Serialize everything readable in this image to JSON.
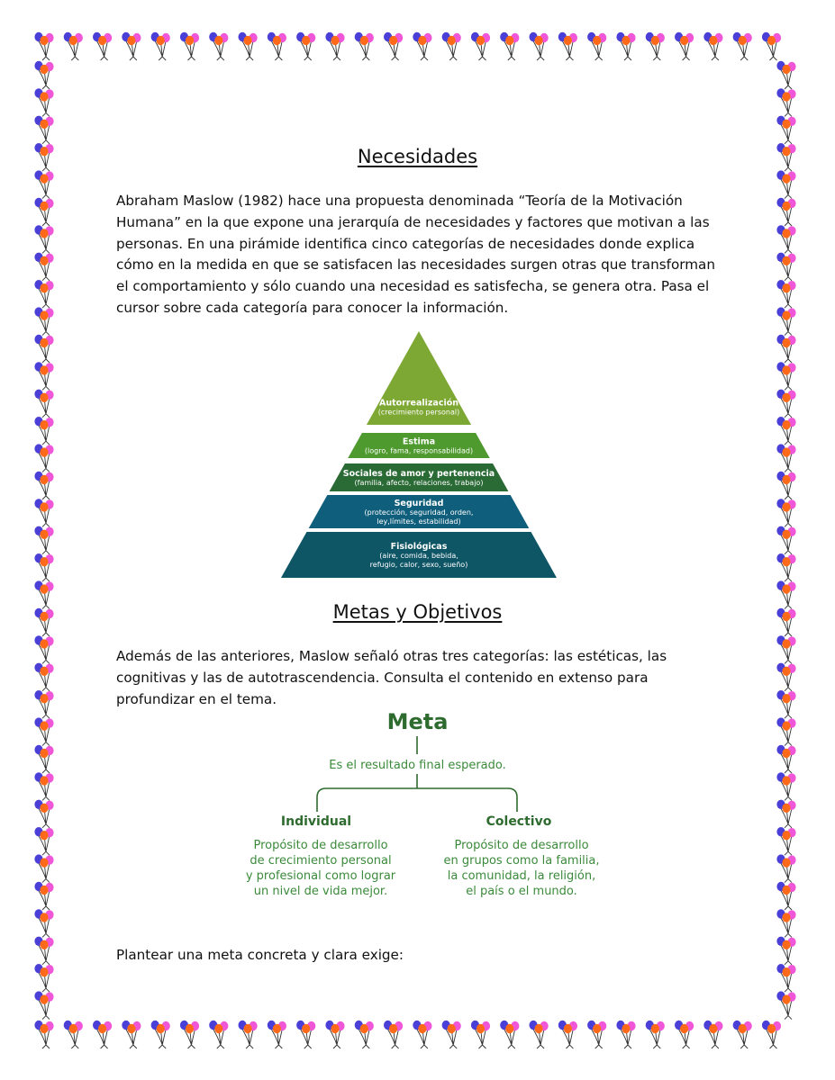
{
  "section1": {
    "heading": "Necesidades",
    "paragraph": "Abraham Maslow (1982) hace una propuesta denominada “Teoría de la Motivación Humana” en la que expone una jerarquía de necesidades y factores que motivan a las personas. En una pirámide identifica cinco categorías de necesidades donde explica cómo en la medida en que se satisfacen las necesidades surgen otras que transforman el comportamiento y sólo cuando una necesidad es satisfecha, se genera otra. Pasa el cursor sobre cada categoría para conocer la información."
  },
  "pyramid": {
    "levels": [
      {
        "title": "Autorrealización",
        "sub1": "(crecimiento personal)",
        "sub2": "",
        "color": "#7ea834"
      },
      {
        "title": "Estima",
        "sub1": "(logro, fama, responsabilidad)",
        "sub2": "",
        "color": "#4e9a2e"
      },
      {
        "title": "Sociales de amor y pertenencia",
        "sub1": "(familia, afecto, relaciones, trabajo)",
        "sub2": "",
        "color": "#2a6a35"
      },
      {
        "title": "Seguridad",
        "sub1": "(protección, seguridad, orden,",
        "sub2": "ley,límites, estabilidad)",
        "color": "#0f5e7c"
      },
      {
        "title": "Fisiológicas",
        "sub1": "(aire, comida, bebida,",
        "sub2": "refugio, calor, sexo, sueño)",
        "color": "#0e5566"
      }
    ]
  },
  "section2": {
    "heading": "Metas y Objetivos",
    "paragraph": "Además de las anteriores, Maslow señaló otras tres categorías: las estéticas, las cognitivas y las de autotrascendencia. Consulta el contenido en extenso para profundizar en el tema."
  },
  "meta_diagram": {
    "title": "Meta",
    "definition": "Es el resultado final esperado.",
    "branches": [
      {
        "title": "Individual",
        "lines": [
          "Propósito de desarrollo",
          "de crecimiento personal",
          "y profesional como lograr",
          "un nivel de vida mejor."
        ]
      },
      {
        "title": "Colectivo",
        "lines": [
          "Propósito de desarrollo",
          "en grupos como la familia,",
          "la comunidad, la religión,",
          "el país o el mundo."
        ]
      }
    ],
    "colors": {
      "dark": "#2e6b2e",
      "light": "#3b8a3b"
    }
  },
  "closing": {
    "text": "Plantear una meta concreta y clara exige:"
  },
  "decor": {
    "border_icon": "balloons-icon",
    "balloon_colors": [
      "#4a3fd6",
      "#f056d8",
      "#ff6a1a"
    ]
  }
}
